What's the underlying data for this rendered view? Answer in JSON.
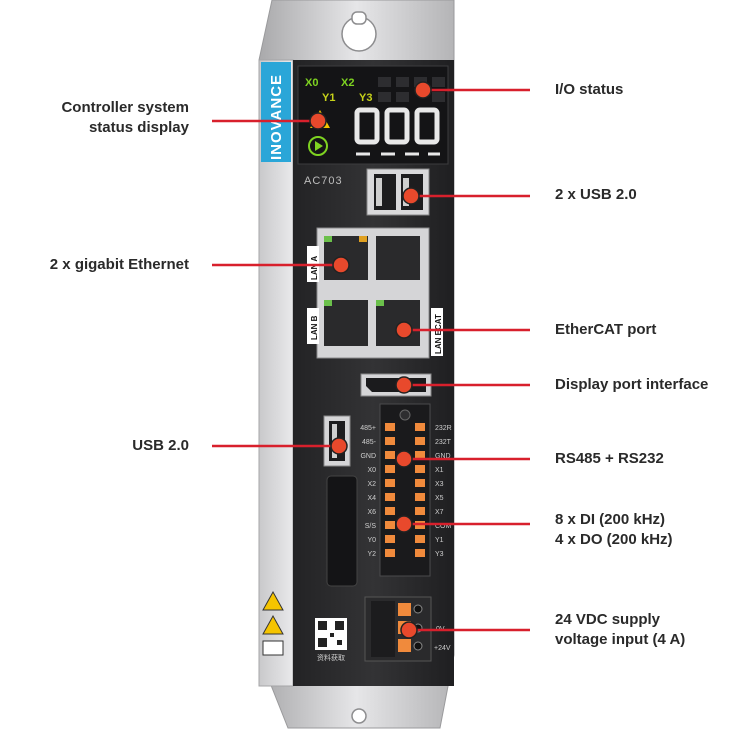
{
  "device": {
    "brand": "INOVANCE",
    "model": "AC703",
    "io_labels": [
      "X0",
      "X2",
      "Y1",
      "Y3"
    ],
    "port_labels": {
      "lan_a": "LAN A",
      "lan_b": "LAN B",
      "lan_ecat": "LAN ECAT"
    },
    "terminal_left": [
      "485+",
      "485-",
      "GND",
      "X0",
      "X2",
      "X4",
      "X6",
      "S/S",
      "Y0",
      "Y2"
    ],
    "terminal_right": [
      "232R",
      "232T",
      "GND",
      "X1",
      "X3",
      "X5",
      "X7",
      "COM",
      "Y1",
      "Y3"
    ],
    "power_labels": [
      "0V",
      "+24V"
    ],
    "qr_caption": "资料获取"
  },
  "callouts": {
    "status_display": [
      "Controller system",
      "status display"
    ],
    "io_status": "I/O status",
    "usb_top": "2 x USB 2.0",
    "ethernet": "2 x gigabit Ethernet",
    "ethercat": "EtherCAT port",
    "displayport": "Display port interface",
    "usb_side": "USB 2.0",
    "rs485": "RS485 + RS232",
    "dio": [
      "8 x DI (200 kHz)",
      "4 x DO (200 kHz)"
    ],
    "power": [
      "24 VDC supply",
      "voltage input (4 A)"
    ]
  },
  "colors": {
    "callout_line": "#d8202c",
    "marker": "#e8492c",
    "terminal_orange": "#f08a3c",
    "body": "#2b2b2d",
    "bracket": "#cfcfd1",
    "brand_blue": "#2aa6d8"
  }
}
